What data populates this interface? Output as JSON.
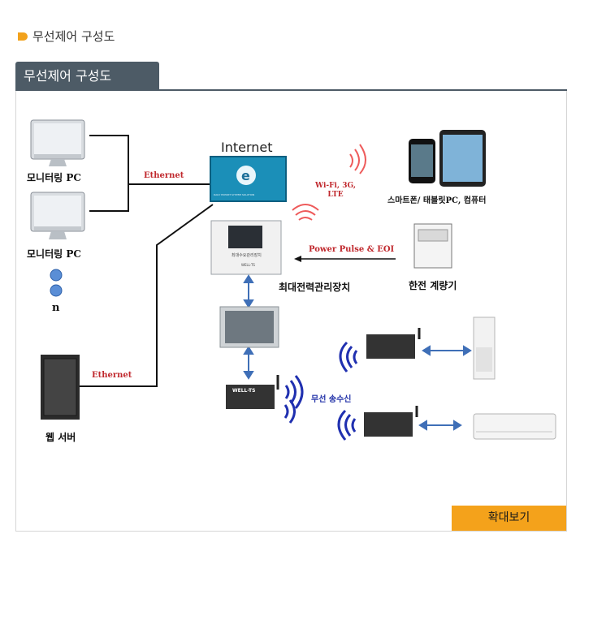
{
  "section": {
    "title": "무선제어 구성도"
  },
  "tab": {
    "label": "무선제어 구성도"
  },
  "diagram": {
    "monitor1_label": "모니터링 PC",
    "monitor2_label": "모니터링 PC",
    "n_label": "n",
    "ethernet_top": "Ethernet",
    "ethernet_bottom": "Ethernet",
    "internet_label": "Internet",
    "internet_screen_text": "DAILY EXPORT SYSTEM SOLUTION",
    "wireless_label": "Wi-Fi, 3G, LTE",
    "mobile_label": "스마트폰/ 태블릿PC, 컴퓨터",
    "power_label": "Power Pulse & EOI",
    "controller_label": "최대전력관리장치",
    "controller_device_text": "최대수요관리장치",
    "controller_brand": "WELL-TS",
    "meter_label": "한전 계량기",
    "server_label": "웹 서버",
    "radio_label": "무선 송수신",
    "node_brand": "WELL-TS"
  },
  "button": {
    "zoom_label": "확대보기"
  }
}
